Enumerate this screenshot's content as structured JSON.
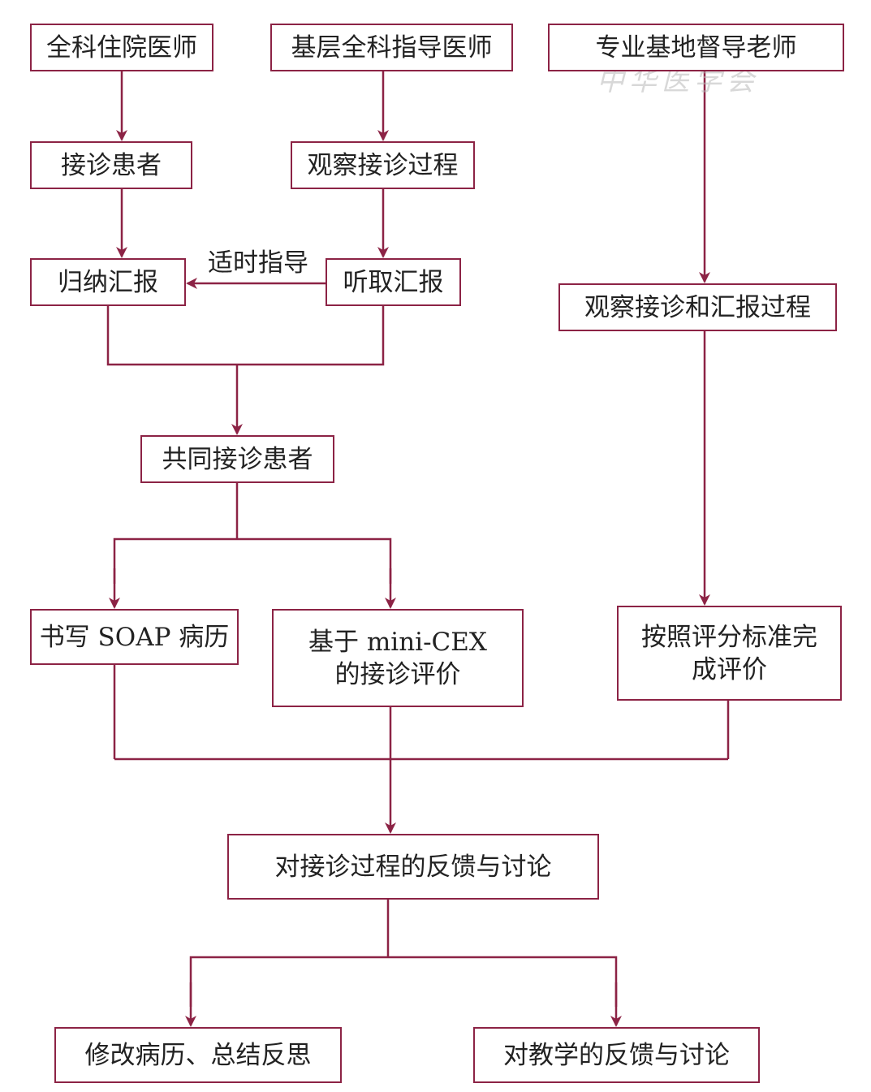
{
  "colors": {
    "stroke": "#8c2345",
    "text": "#222222"
  },
  "nodes": {
    "gp_resident": "全科住院医师",
    "primary_supervisor": "基层全科指导医师",
    "base_mentor": "专业基地督导老师",
    "receive_patient": "接诊患者",
    "observe_process": "观察接诊过程",
    "summarize_report": "归纳汇报",
    "listen_report": "听取汇报",
    "observe_report_process": "观察接诊和汇报过程",
    "joint_reception": "共同接诊患者",
    "write_soap": "书写 SOAP 病历",
    "mini_cex": "基于 mini-CEX 的接诊评价",
    "complete_eval": "按照评分标准完成评价",
    "feedback_discussion": "对接诊过程的反馈与讨论",
    "revise_reflect": "修改病历、总结反思",
    "teaching_feedback": "对教学的反馈与讨论"
  },
  "edge_labels": {
    "timely_guidance": "适时指导"
  },
  "watermark": {
    "text": "中华医学会"
  }
}
